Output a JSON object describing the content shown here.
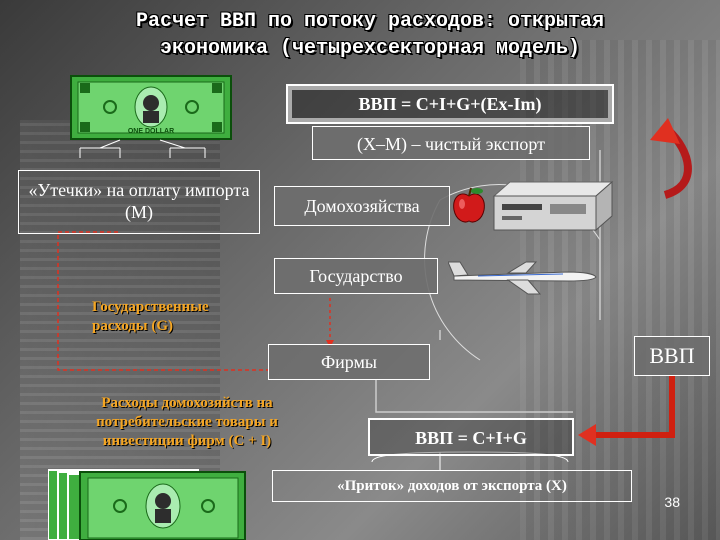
{
  "title_line1": "Расчет ВВП по потоку расходов: открытая",
  "title_line2": "экономика (четырехсекторная модель)",
  "formula_top": "ВВП = C+I+G+(Ex-Im)",
  "net_export": "(X–M) – чистый экспорт",
  "leakage": "«Утечки» на оплату импорта (М)",
  "households": "Домохозяйства",
  "government": "Государство",
  "gov_spending": "Государственные расходы (G)",
  "firms": "Фирмы",
  "gdp_label": "ВВП",
  "household_spending": "Расходы домохозяйств на потребительские товары и инвестиции фирм (С + I)",
  "formula_bottom": "ВВП = С+I+G",
  "inflow": "«Приток» доходов от экспорта (Х)",
  "bill_text": "ONE DOLLAR",
  "slide_number": "38"
}
